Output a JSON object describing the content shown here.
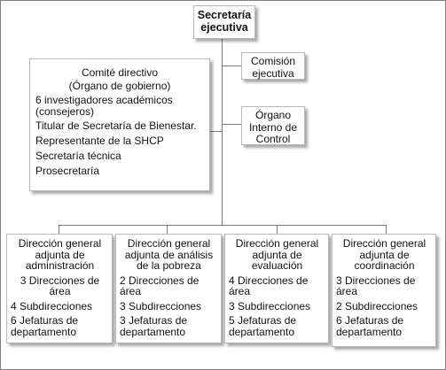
{
  "top": {
    "line1": "Secretaría",
    "line2": "ejecutiva"
  },
  "comision": {
    "line1": "Comisión",
    "line2": "ejecutiva"
  },
  "organo": {
    "line1": "Órgano",
    "line2": "Interno de",
    "line3": "Control"
  },
  "comite": {
    "title": "Comité directivo",
    "subtitle": "(Órgano de gobierno)",
    "items": [
      "6 investigadores académicos (consejeros)",
      "Titular de Secretaría de Bienestar.",
      "Representante de la SHCP",
      "Secretaría técnica",
      "Prosecretaría"
    ]
  },
  "directions": [
    {
      "title": "Dirección general adjunta de administración",
      "items": [
        "3 Direcciones de área",
        "4 Subdirecciones",
        "6 Jefaturas de departamento"
      ]
    },
    {
      "title": "Dirección general adjunta de análisis de la pobreza",
      "items": [
        "2 Direcciones de área",
        "3 Subdirecciones",
        "3 Jefaturas de departamento"
      ]
    },
    {
      "title": "Dirección general adjunta de evaluación",
      "items": [
        "4 Direcciones de área",
        "3 Subdirecciones",
        "5 Jefaturas de departamento"
      ]
    },
    {
      "title": "Dirección general adjunta de coordinación",
      "items": [
        "3 Direcciones de área",
        "2 Subdirecciones",
        "6 Jefaturas de departamento"
      ]
    }
  ]
}
